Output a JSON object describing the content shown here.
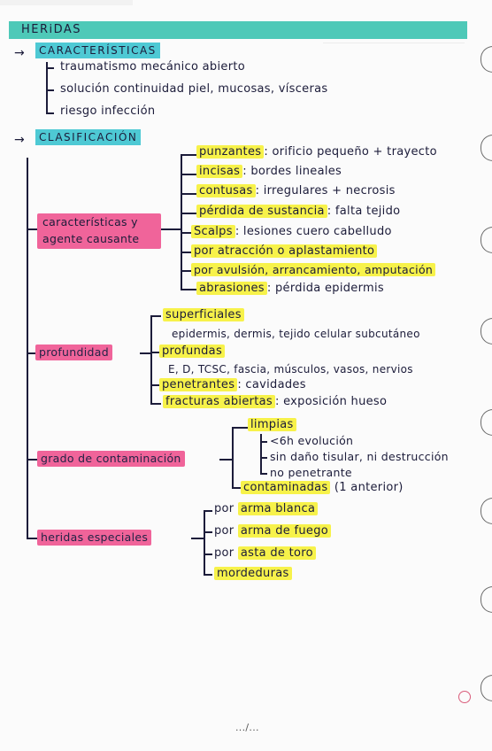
{
  "title": "HERiDAS",
  "sections": {
    "caracteristicas": {
      "heading": "CARACTERÍSTICAS",
      "items": [
        "traumatismo mecánico abierto",
        "solución continuidad piel, mucosas, vísceras",
        "riesgo infección"
      ]
    },
    "clasificacion": {
      "heading": "CLASIFICACIÓN",
      "groups": [
        {
          "label": "características y agente causante",
          "label_line1": "características y",
          "label_line2": "agente causante",
          "items": [
            {
              "term": "punzantes",
              "desc": ": orificio pequeño + trayecto"
            },
            {
              "term": "incisas",
              "desc": ": bordes lineales"
            },
            {
              "term": "contusas",
              "desc": ": irregulares + necrosis"
            },
            {
              "term": "pérdida de sustancia",
              "desc": ": falta tejido"
            },
            {
              "term": "Scalps",
              "desc": ": lesiones cuero cabelludo"
            },
            {
              "term": "por atracción o aplastamiento",
              "desc": ""
            },
            {
              "term": "por avulsión, arrancamiento, amputación",
              "desc": ""
            },
            {
              "term": "abrasiones",
              "desc": ": pérdida epidermis"
            }
          ]
        },
        {
          "label": "profundidad",
          "items": [
            {
              "term": "superficiales",
              "sub": "epidermis, dermis, tejido celular subcutáneo"
            },
            {
              "term": "profundas",
              "sub": "E, D, TCSC, fascia, músculos, vasos, nervios"
            },
            {
              "term": "penetrantes",
              "desc": ": cavidades"
            },
            {
              "term": "fracturas abiertas",
              "desc": ": exposición hueso"
            }
          ]
        },
        {
          "label": "grado de contaminación",
          "items": [
            {
              "term": "limpias",
              "subs": [
                "<6h evolución",
                "sin daño tisular, ni destrucción",
                "no penetrante"
              ]
            },
            {
              "term": "contaminadas",
              "desc": "(1 anterior)"
            }
          ]
        },
        {
          "label": "heridas especiales",
          "items": [
            {
              "prefix": "por ",
              "term": "arma blanca"
            },
            {
              "prefix": "por ",
              "term": "arma de fuego"
            },
            {
              "prefix": "por ",
              "term": "asta de toro"
            },
            {
              "prefix": "",
              "term": "mordeduras"
            }
          ]
        }
      ]
    }
  },
  "footer": ".../...",
  "colors": {
    "yellow": "#f7f24a",
    "pink": "#f0649a",
    "cyan": "#4ec9d4",
    "teal": "#4ec9b8",
    "ink": "#1c1c3a"
  }
}
